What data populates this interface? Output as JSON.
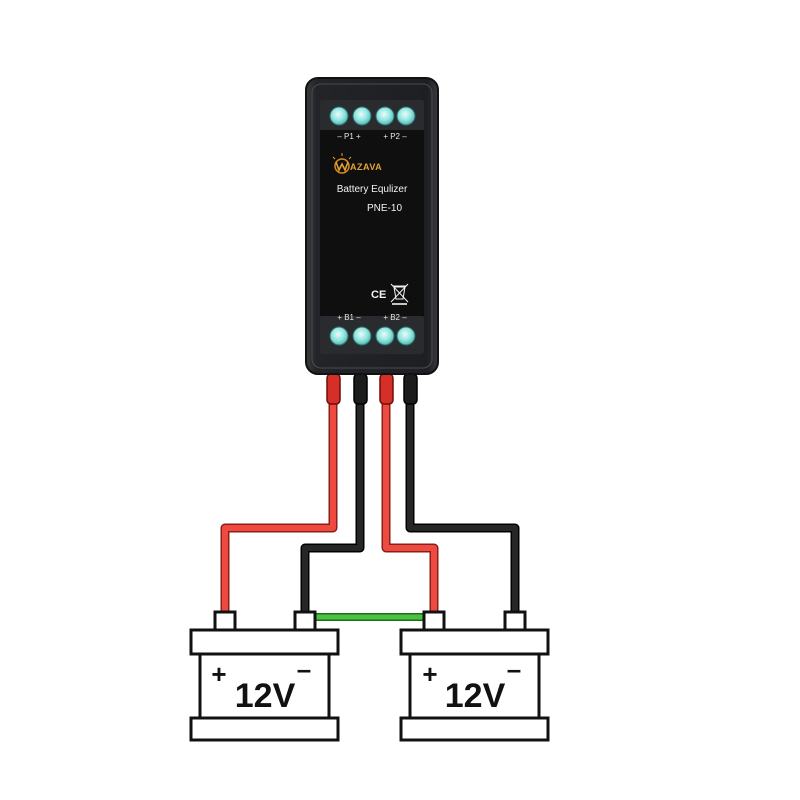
{
  "device": {
    "brand": "AZAVA",
    "product_name": "Battery Equlizer",
    "model": "PNE-10",
    "top_labels": {
      "p1": "– P1 +",
      "p2": "+ P2 –"
    },
    "bottom_labels": {
      "b1": "+ B1 –",
      "b2": "+ B2 –"
    },
    "certification": "CE"
  },
  "batteries": [
    {
      "voltage": "12V",
      "plus": "+",
      "minus": "–"
    },
    {
      "voltage": "12V",
      "plus": "+",
      "minus": "–"
    }
  ],
  "colors": {
    "wire_positive": "#e8453c",
    "wire_negative": "#1c1c1c",
    "series_link": "#3fb43a",
    "terminal": "#7ed9d4",
    "body": "#1d1d1f"
  }
}
